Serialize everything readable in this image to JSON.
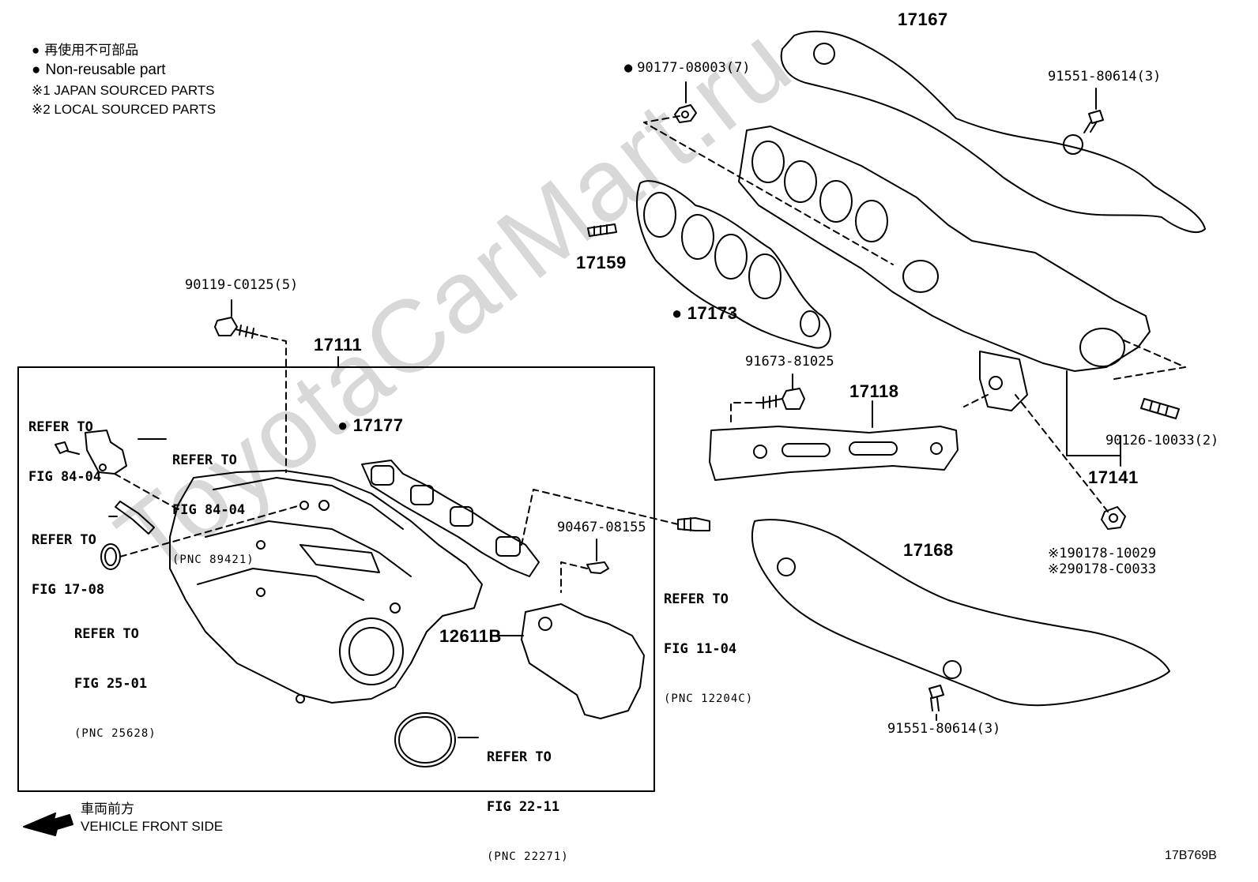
{
  "legend": {
    "jp_nonreusable": "再使用不可部品",
    "nonreusable": "Non-reusable part",
    "note1": "※1 JAPAN SOURCED PARTS",
    "note2": "※2 LOCAL SOURCED PARTS"
  },
  "watermark": "ToyotaCarMart.ru",
  "labels": {
    "p17167": "17167",
    "p90177": "90177-08003(7)",
    "p91551_top": "91551-80614(3)",
    "p17159": "17159",
    "p17173": "17173",
    "p90119": "90119-C0125(5)",
    "p17111": "17111",
    "p91673": "91673-81025",
    "p17118": "17118",
    "p17177": "17177",
    "p90126": "90126-10033(2)",
    "p17141": "17141",
    "p90467": "90467-08155",
    "p12611b": "12611B",
    "p17168": "17168",
    "p90178_1": "※190178-10029",
    "p90178_2": "※290178-C0033",
    "p91551_bot": "91551-80614(3)"
  },
  "refs": {
    "r1": {
      "l1": "REFER TO",
      "l2": "FIG 84-04"
    },
    "r2": {
      "l1": "REFER TO",
      "l2": "FIG 84-04",
      "pnc": "(PNC 89421)"
    },
    "r3": {
      "l1": "REFER TO",
      "l2": "FIG 17-08"
    },
    "r4": {
      "l1": "REFER TO",
      "l2": "FIG 25-01",
      "pnc": "(PNC 25628)"
    },
    "r5": {
      "l1": "REFER TO",
      "l2": "FIG 11-04",
      "pnc": "(PNC 12204C)"
    },
    "r6": {
      "l1": "REFER TO",
      "l2": "FIG 22-11",
      "pnc": "(PNC 22271)"
    }
  },
  "front": {
    "jp": "車両前方",
    "en": "VEHICLE FRONT SIDE"
  },
  "code": "17B769B"
}
